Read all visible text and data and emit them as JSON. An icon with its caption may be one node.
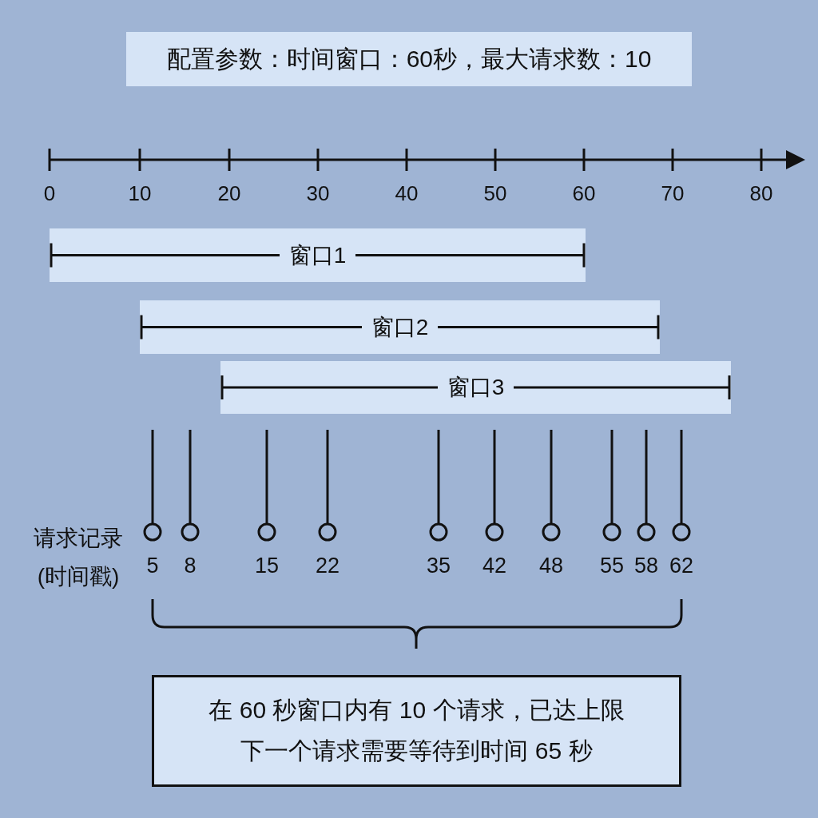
{
  "diagram": {
    "nodes": [
      {
        "text": [
          "配置参数：时间窗口：60秒，最大请求数：10"
        ]
      },
      {
        "text": [
          "窗口1"
        ]
      },
      {
        "text": [
          "窗口2"
        ]
      },
      {
        "text": [
          "窗口3"
        ]
      },
      {
        "text": [
          "在 60 秒窗口内有 10 个请求，已达上限",
          "下一个请求需要等待到时间 65 秒"
        ]
      }
    ],
    "labels": [
      "0",
      "10",
      "20",
      "30",
      "40",
      "50",
      "60",
      "70",
      "80",
      "请求记录 (时间戳)",
      "5",
      "8",
      "15",
      "22",
      "35",
      "42",
      "48",
      "55",
      "58",
      "62"
    ]
  }
}
